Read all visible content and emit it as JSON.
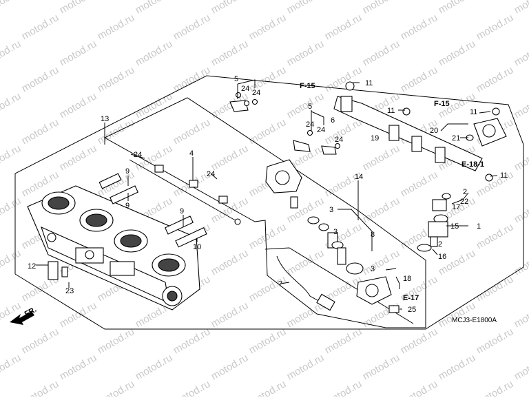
{
  "watermark": {
    "text": "motod.ru",
    "color": "#c9c9c9"
  },
  "diagram_code": "MCJ3-E1800A",
  "front_indicator": "FR.",
  "refs": {
    "f15_top": "F-15",
    "f15_right": "F-15",
    "e18": "E-18-1",
    "e17": "E-17"
  },
  "callouts": {
    "c13": "13",
    "c4": "4",
    "c9a": "9",
    "c9b": "9",
    "c9c": "9",
    "c10": "10",
    "c12": "12",
    "c23": "23",
    "c24a": "24",
    "c24b": "24",
    "c24c": "24",
    "c24d": "24",
    "c24e": "24",
    "c24f": "24",
    "c24g": "24",
    "c5a": "5",
    "c5b": "5",
    "c6": "6",
    "c11a": "11",
    "c11b": "11",
    "c11c": "11",
    "c11d": "11",
    "c19": "19",
    "c20": "20",
    "c21": "21",
    "c14": "14",
    "c3a": "3",
    "c3b": "3",
    "c3c": "3",
    "c8": "8",
    "c7": "7",
    "c18": "18",
    "c25": "25",
    "c2a": "2",
    "c2b": "2",
    "c22": "22",
    "c17": "17",
    "c15": "15",
    "c1": "1",
    "c16": "16"
  }
}
